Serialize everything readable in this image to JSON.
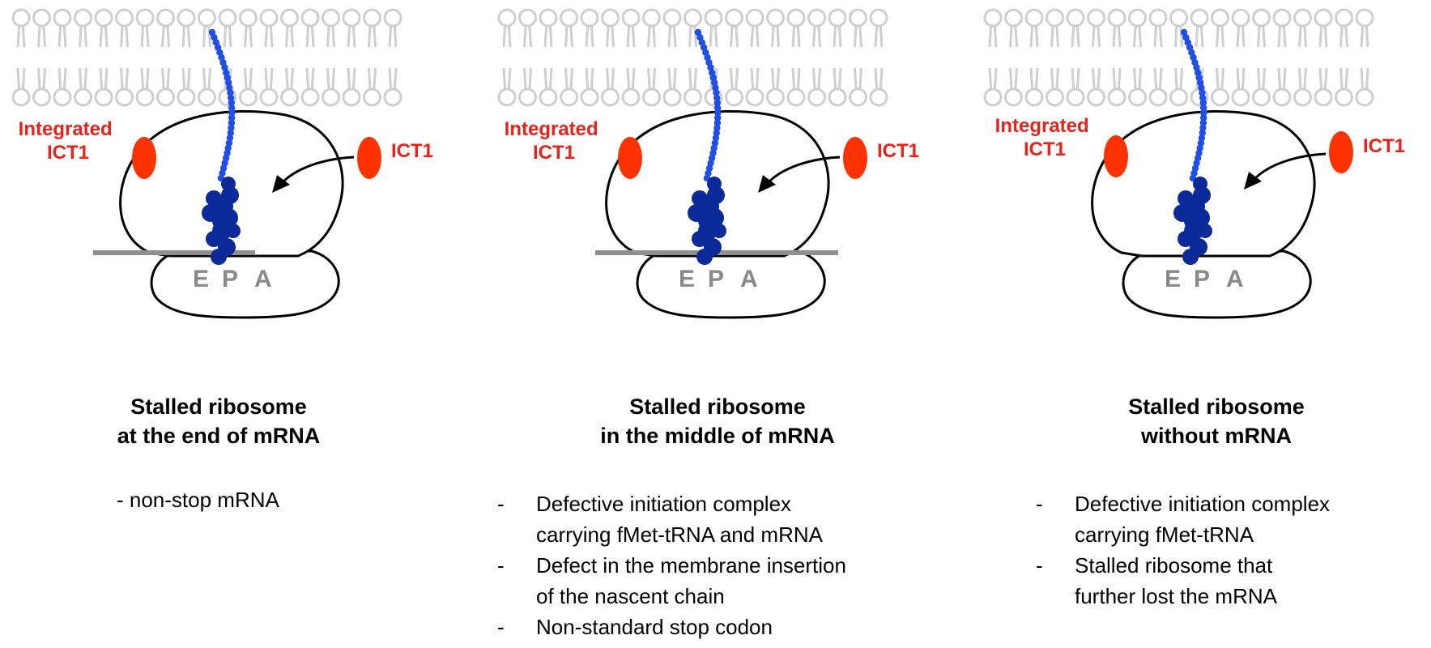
{
  "panels": [
    {
      "title": [
        "Stalled ribosome",
        "at the end of mRNA"
      ],
      "integrated_label": [
        "Integrated",
        "ICT1"
      ],
      "ict1_label": "ICT1",
      "sites": [
        "E",
        "P",
        "A"
      ],
      "has_mrna": true,
      "mrna_position": "end",
      "notes": [
        "- non-stop mRNA"
      ],
      "notes_bulleted": false
    },
    {
      "title": [
        "Stalled ribosome",
        "in the middle of mRNA"
      ],
      "integrated_label": [
        "Integrated",
        "ICT1"
      ],
      "ict1_label": "ICT1",
      "sites": [
        "E",
        "P",
        "A"
      ],
      "has_mrna": true,
      "mrna_position": "middle",
      "notes": [
        "Defective initiation complex",
        "carrying fMet-tRNA and mRNA",
        "Defect in the membrane insertion",
        "of the nascent chain",
        "Non-standard stop codon"
      ],
      "note_bullets": [
        true,
        false,
        true,
        false,
        true
      ],
      "notes_bulleted": true
    },
    {
      "title": [
        "Stalled ribosome",
        "without mRNA"
      ],
      "integrated_label": [
        "Integrated",
        "ICT1"
      ],
      "ict1_label": "ICT1",
      "sites": [
        "E",
        "P",
        "A"
      ],
      "has_mrna": false,
      "notes": [
        "Defective initiation complex",
        "carrying fMet-tRNA",
        "Stalled ribosome that",
        "further lost the mRNA"
      ],
      "note_bullets": [
        true,
        false,
        true,
        false
      ],
      "notes_bulleted": true
    }
  ],
  "colors": {
    "ict1": "#ff3300",
    "label_red": "#e8231b",
    "nascent_chain_light": "#1f4fe6",
    "nascent_chain_dark": "#0b2a9a",
    "membrane": "#cfcfcf",
    "mrna": "#8f8f8f",
    "site_letters": "#8a8a8a"
  }
}
